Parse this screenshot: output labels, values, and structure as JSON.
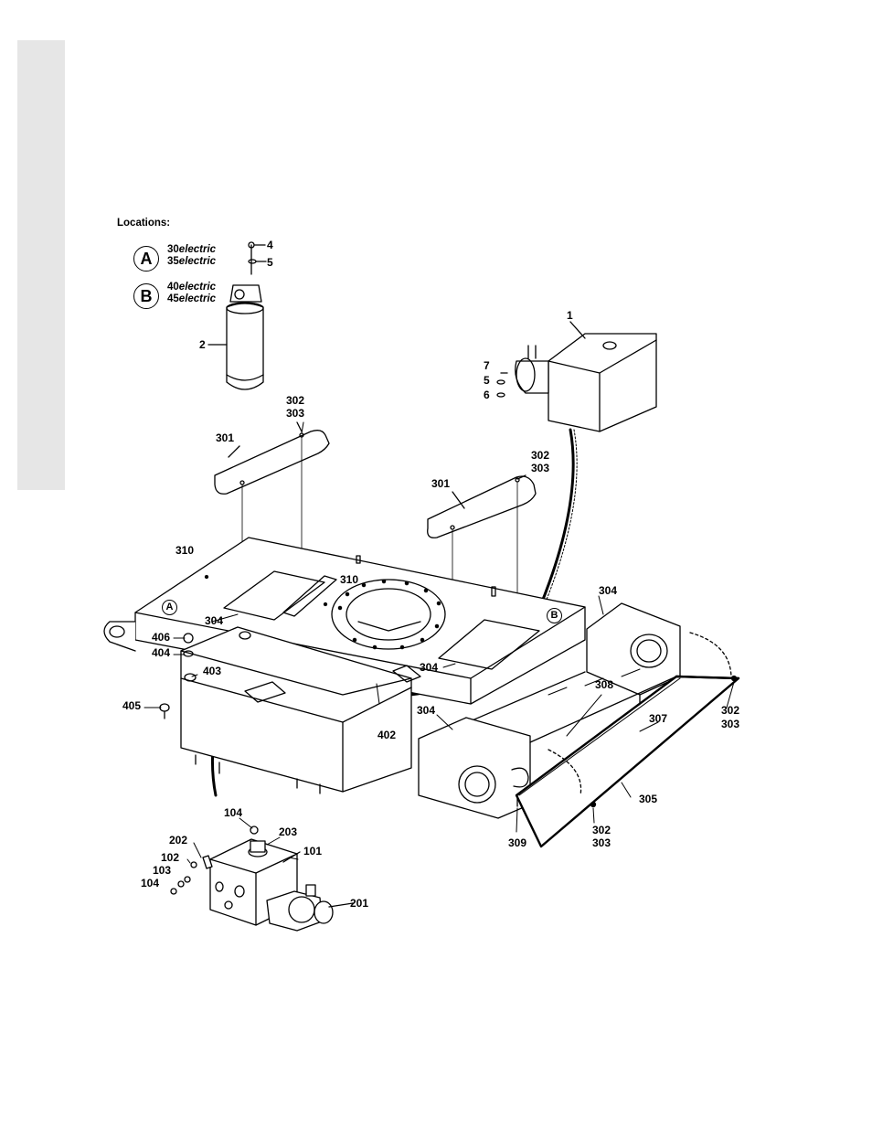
{
  "locations": {
    "title": "Locations:",
    "a": {
      "badge": "A",
      "model1_num": "30",
      "model1_suffix": "electric",
      "model2_num": "35",
      "model2_suffix": "electric"
    },
    "b": {
      "badge": "B",
      "model1_num": "40",
      "model1_suffix": "electric",
      "model2_num": "45",
      "model2_suffix": "electric"
    }
  },
  "location_markers": [
    "A",
    "B"
  ],
  "part_labels": {
    "p1": "1",
    "p2": "2",
    "p4": "4",
    "p5_top": "5",
    "p7": "7",
    "p5_mid": "5",
    "p6": "6",
    "p302_a": "302",
    "p303_a": "303",
    "p301_a": "301",
    "p302_b": "302",
    "p303_b": "303",
    "p301_b": "301",
    "p310_a": "310",
    "p310_b": "310",
    "p304_a": "304",
    "p304_b": "304",
    "p304_c": "304",
    "p304_d": "304",
    "p406": "406",
    "p404": "404",
    "p403": "403",
    "p405": "405",
    "p402": "402",
    "p308": "308",
    "p307": "307",
    "p302_c": "302",
    "p303_c": "303",
    "p305": "305",
    "p302_d": "302",
    "p303_d": "303",
    "p309": "309",
    "p104_a": "104",
    "p203": "203",
    "p202": "202",
    "p101": "101",
    "p102": "102",
    "p103": "103",
    "p104_b": "104",
    "p201": "201"
  }
}
